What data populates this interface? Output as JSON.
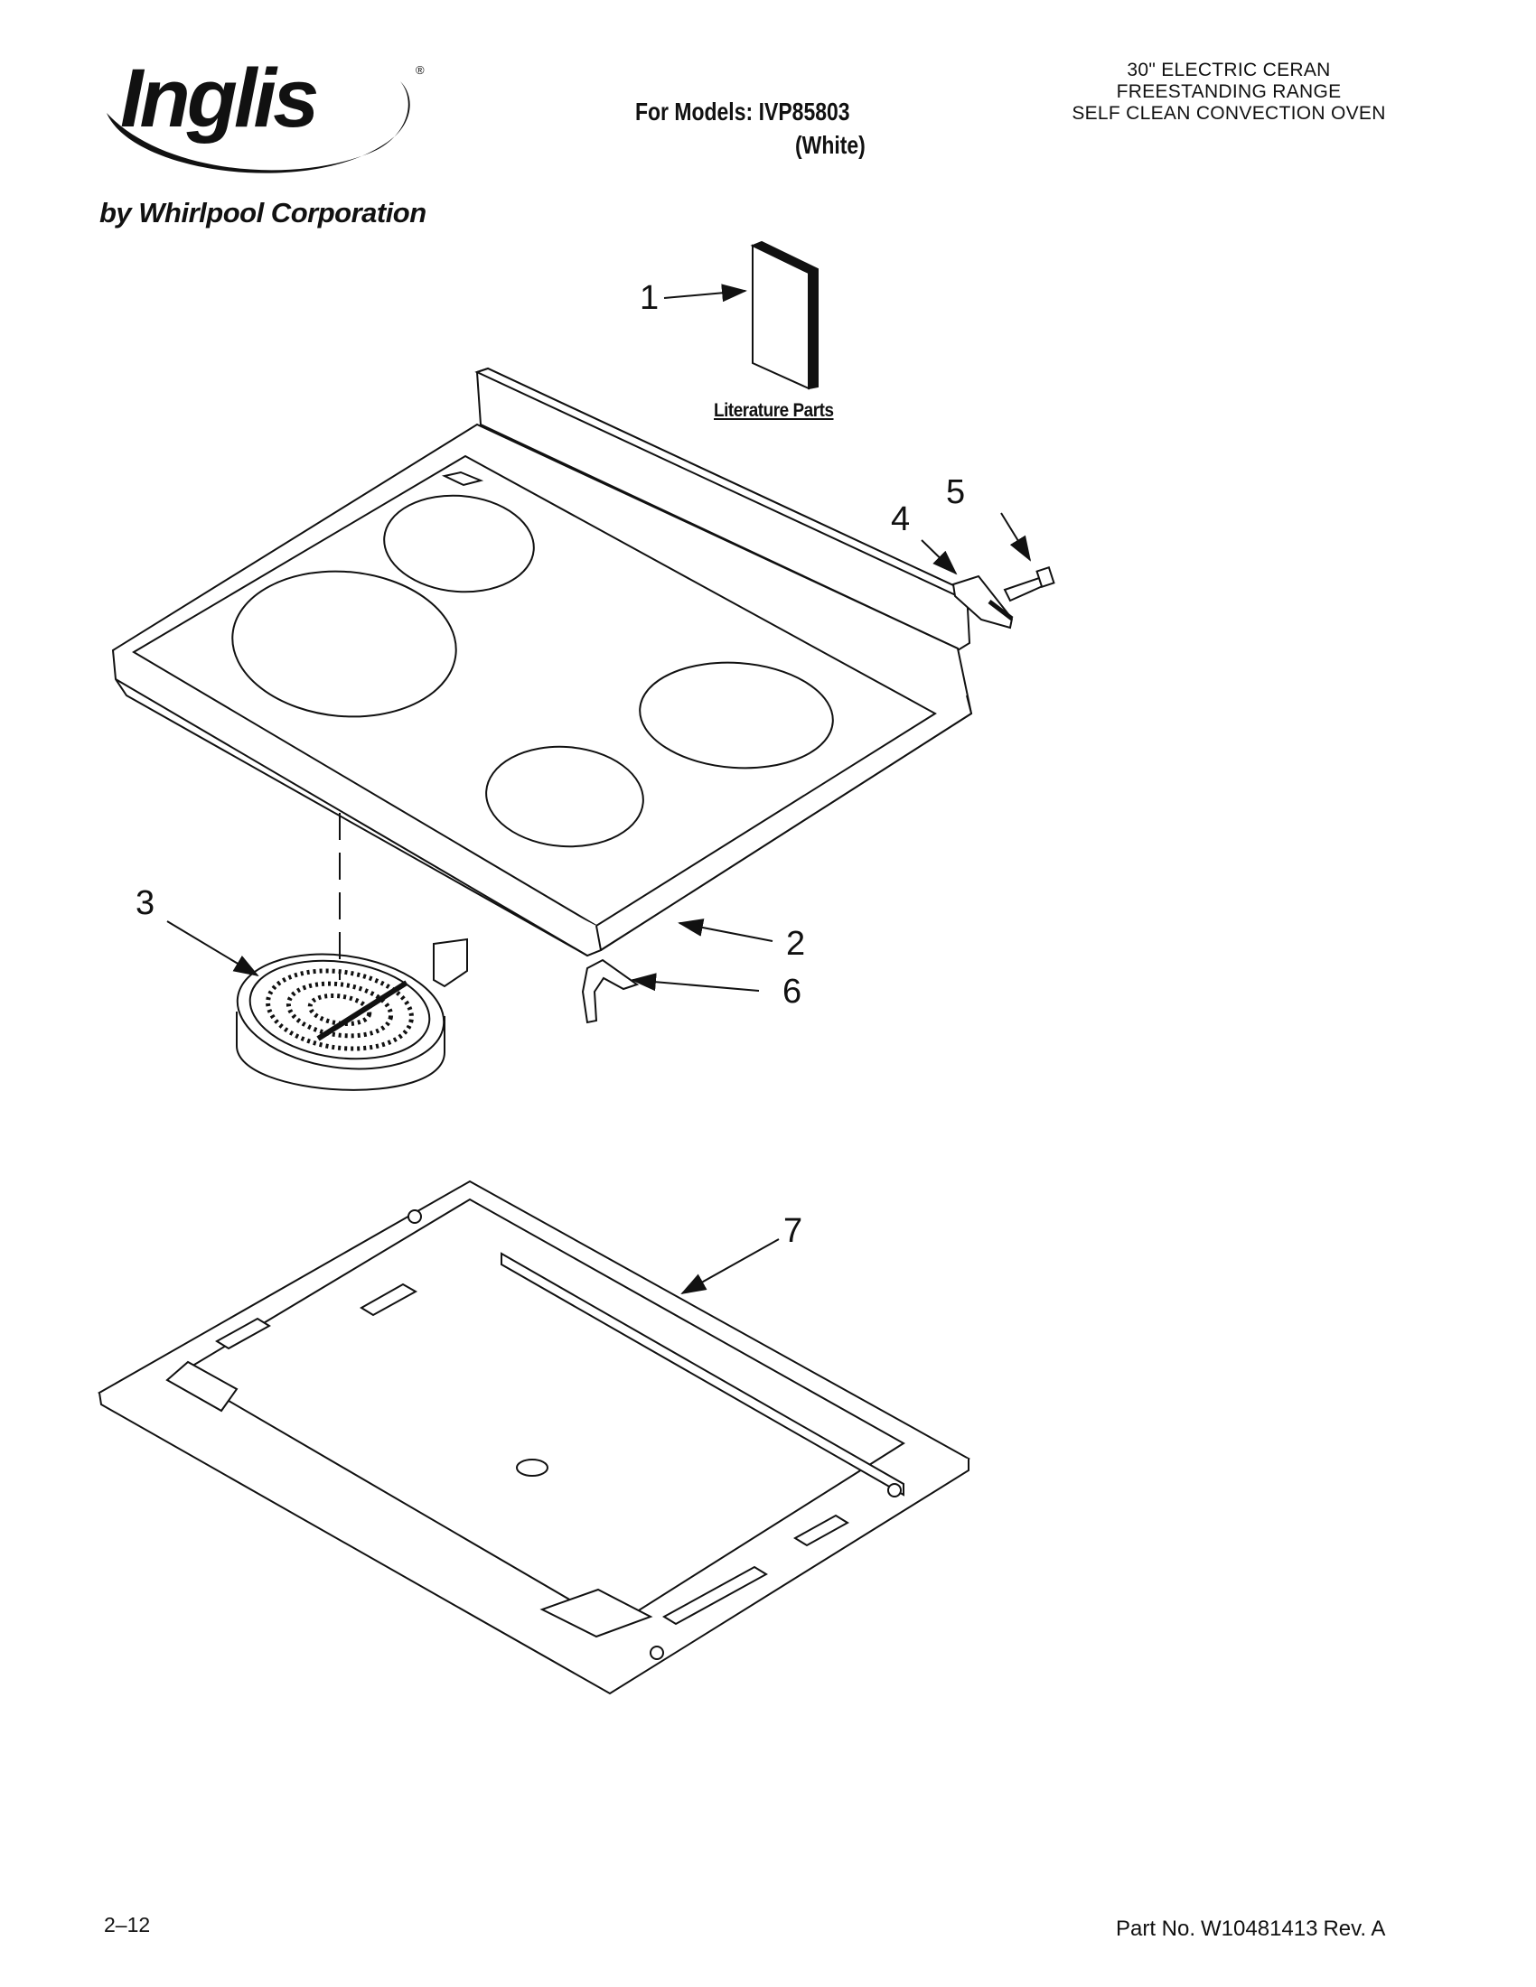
{
  "brand": {
    "logo_wordmark": "Inglis",
    "registered_mark": "®",
    "byline": "by Whirlpool Corporation"
  },
  "header": {
    "models_label": "For Models:",
    "model_number": "IVP85803",
    "variant": "(White)",
    "product_title_lines": [
      "30\" ELECTRIC CERAN",
      "FREESTANDING RANGE",
      "SELF CLEAN CONVECTION OVEN"
    ]
  },
  "diagram": {
    "literature_label": "Literature Parts",
    "callouts": [
      "1",
      "2",
      "3",
      "4",
      "5",
      "6",
      "7"
    ]
  },
  "footer": {
    "page_code": "2–12",
    "part_number_label": "Part No.",
    "part_number": "W10481413",
    "revision": "Rev. A"
  },
  "colors": {
    "ink": "#111111",
    "paper": "#ffffff"
  }
}
